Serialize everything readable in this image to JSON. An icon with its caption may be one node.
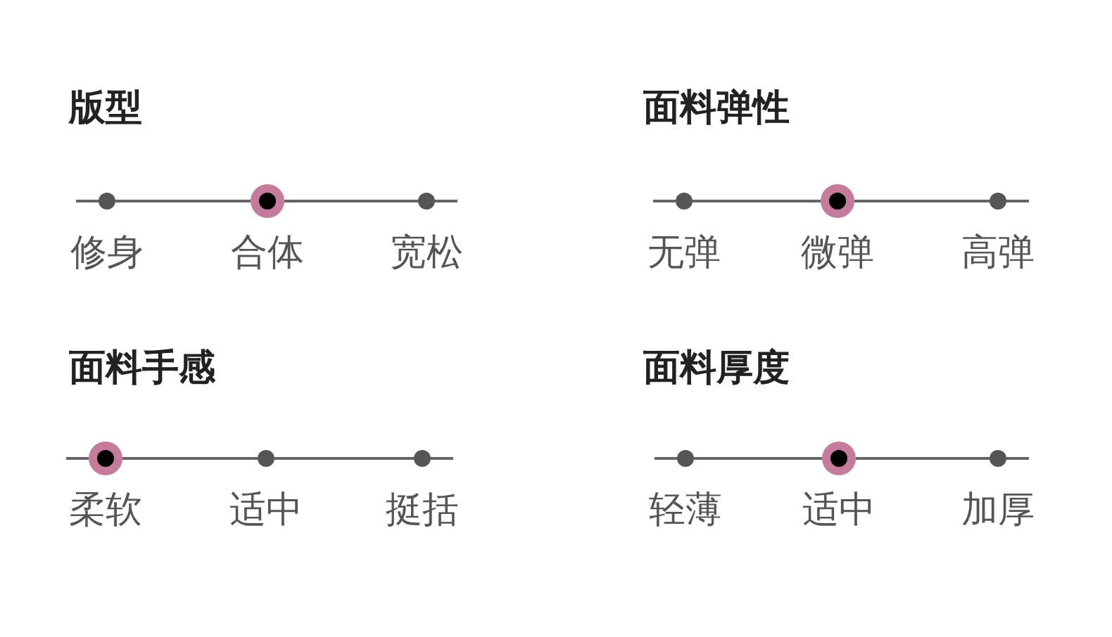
{
  "diagram": {
    "nodes": [
      {
        "text": [
          "修身"
        ]
      },
      {
        "text": [],
        "shape": "circle"
      },
      {
        "text": [
          "合体"
        ],
        "in": 1
      },
      {
        "text": [
          "宽松"
        ]
      },
      {
        "text": [
          "无弹"
        ]
      },
      {
        "text": [],
        "shape": "circle"
      },
      {
        "text": [
          "微弹"
        ],
        "in": 5
      },
      {
        "text": [
          "高弹"
        ]
      },
      {
        "text": [],
        "shape": "circle"
      },
      {
        "text": [
          "柔软"
        ],
        "in": 8
      },
      {
        "text": [
          "适中"
        ]
      },
      {
        "text": [
          "挺括"
        ]
      },
      {
        "text": [
          "轻薄"
        ]
      },
      {
        "text": [],
        "shape": "circle"
      },
      {
        "text": [
          "适中"
        ],
        "in": 13
      },
      {
        "text": [
          "加厚"
        ]
      }
    ],
    "edges": [
      {
        "from": null,
        "to": 0,
        "arrow": "none"
      },
      {
        "from": 0,
        "to": 1,
        "arrow": "none"
      },
      {
        "from": 1,
        "to": 3,
        "arrow": "none"
      },
      {
        "from": 3,
        "to": null,
        "arrow": "none"
      },
      {
        "from": null,
        "to": 4,
        "arrow": "none"
      },
      {
        "from": 4,
        "to": 5,
        "arrow": "none"
      },
      {
        "from": 5,
        "to": 7,
        "arrow": "none"
      },
      {
        "from": 7,
        "to": null,
        "arrow": "none"
      },
      {
        "from": null,
        "to": 8,
        "arrow": "none"
      },
      {
        "from": 8,
        "to": 10,
        "arrow": "none"
      },
      {
        "from": 10,
        "to": 11,
        "arrow": "none"
      },
      {
        "from": 11,
        "to": null,
        "arrow": "none"
      },
      {
        "from": null,
        "to": 12,
        "arrow": "none"
      },
      {
        "from": 12,
        "to": 13,
        "arrow": "none"
      },
      {
        "from": 13,
        "to": 15,
        "arrow": "none"
      },
      {
        "from": 15,
        "to": null,
        "arrow": "none"
      }
    ],
    "labels": [
      "版型",
      "面料弹性",
      "面料手感",
      "面料厚度"
    ]
  }
}
